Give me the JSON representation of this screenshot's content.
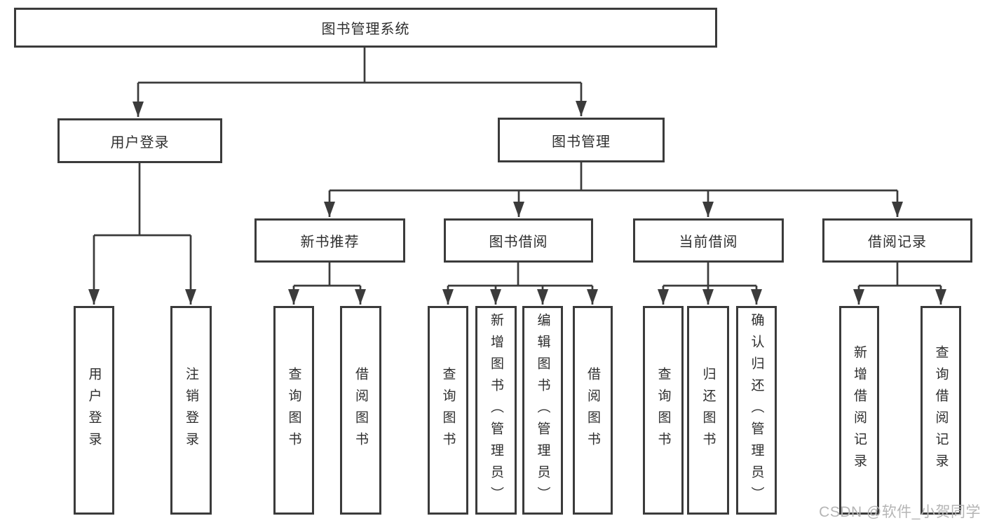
{
  "tree": {
    "label": "图书管理系统",
    "children": [
      {
        "label": "用户登录",
        "children": [
          {
            "label": "用户登录"
          },
          {
            "label": "注销登录"
          }
        ]
      },
      {
        "label": "图书管理",
        "children": [
          {
            "label": "新书推荐",
            "children": [
              {
                "label": "查询图书"
              },
              {
                "label": "借阅图书"
              }
            ]
          },
          {
            "label": "图书借阅",
            "children": [
              {
                "label": "查询图书"
              },
              {
                "label": "新增图书（管理员）"
              },
              {
                "label": "编辑图书（管理员）"
              },
              {
                "label": "借阅图书"
              }
            ]
          },
          {
            "label": "当前借阅",
            "children": [
              {
                "label": "查询图书"
              },
              {
                "label": "归还图书"
              },
              {
                "label": "确认归还（管理员）"
              }
            ]
          },
          {
            "label": "借阅记录",
            "children": [
              {
                "label": "新增借阅记录"
              },
              {
                "label": "查询借阅记录"
              }
            ]
          }
        ]
      }
    ]
  },
  "watermark": "CSDN @软件_小贺同学",
  "colors": {
    "line": "#3b3b3b",
    "box_border": "#3b3b3b",
    "text": "#2e2e2e",
    "background": "#ffffff",
    "watermark": "#b5b5b5"
  }
}
